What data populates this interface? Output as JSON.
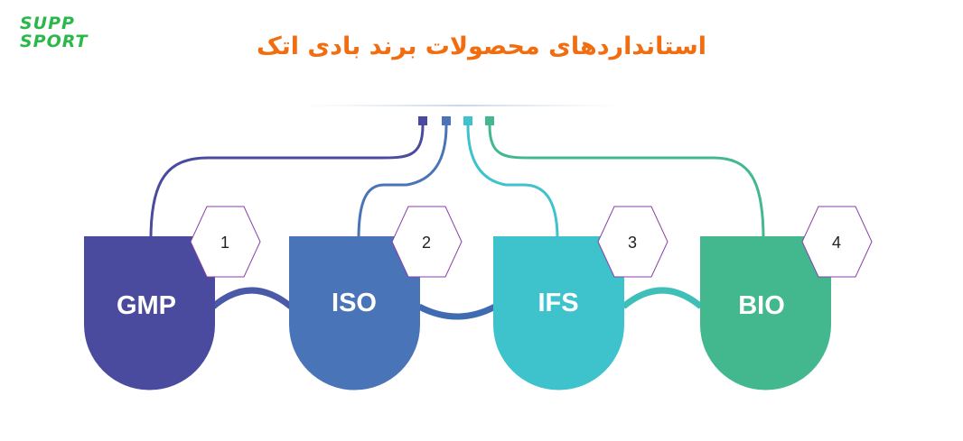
{
  "brand": {
    "logo_line1": "SUPP",
    "logo_line2": "SPORT"
  },
  "title": "استانداردهای محصولات برند بادی اتک",
  "nodes": [
    {
      "number": "1",
      "label": "GMP",
      "color": "#4a4a9e"
    },
    {
      "number": "2",
      "label": "ISO",
      "color": "#4a74b8"
    },
    {
      "number": "3",
      "label": "IFS",
      "color": "#3ec2cc"
    },
    {
      "number": "4",
      "label": "BIO",
      "color": "#43b88f"
    }
  ],
  "colors": {
    "title": "#f26d0f",
    "logo": "#2bb84a",
    "hex_border": "#8a3fa8"
  }
}
